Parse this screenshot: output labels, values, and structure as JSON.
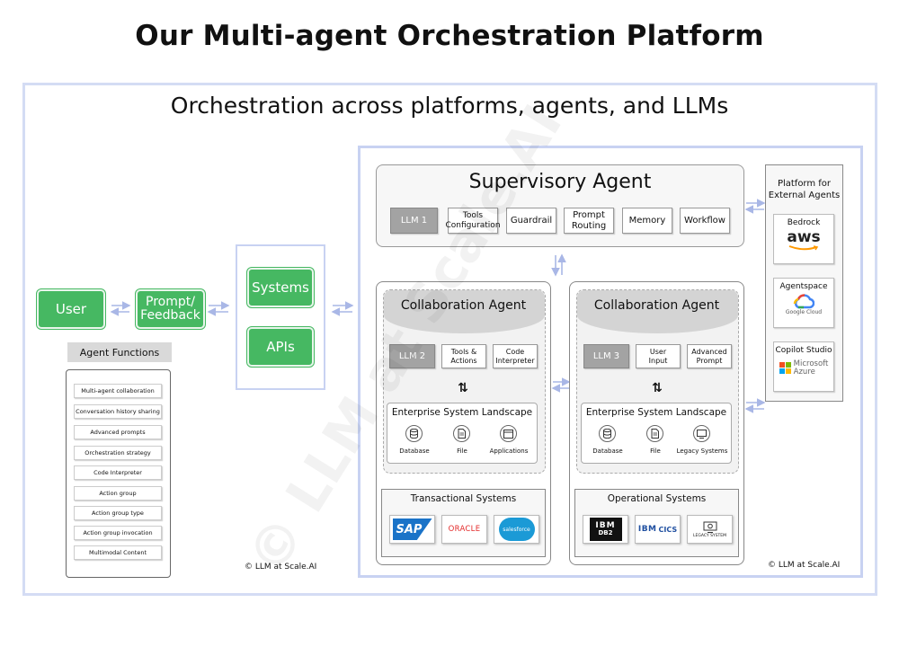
{
  "title": "Our Multi-agent Orchestration Platform",
  "subtitle": "Orchestration across platforms, agents, and LLMs",
  "left": {
    "user": "User",
    "prompt_line1": "Prompt/",
    "prompt_line2": "Feedback",
    "systems": "Systems",
    "apis": "APIs",
    "agent_functions_title": "Agent Functions",
    "agent_functions": [
      "Multi-agent collaboration",
      "Conversation history sharing",
      "Advanced prompts",
      "Orchestration strategy",
      "Code Interpreter",
      "Action group",
      "Action group type",
      "Action group invocation",
      "Multimodal Content"
    ],
    "copyright": "© LLM at Scale.AI"
  },
  "supervisory": {
    "title": "Supervisory Agent",
    "chips": [
      {
        "l1": "LLM 1",
        "l2": ""
      },
      {
        "l1": "Tools",
        "l2": "Configuration"
      },
      {
        "l1": "Guardrail",
        "l2": ""
      },
      {
        "l1": "Prompt",
        "l2": "Routing"
      },
      {
        "l1": "Memory",
        "l2": ""
      },
      {
        "l1": "Workflow",
        "l2": ""
      }
    ]
  },
  "collab_left": {
    "title": "Collaboration Agent",
    "chips": [
      {
        "l1": "LLM 2",
        "l2": ""
      },
      {
        "l1": "Tools &",
        "l2": "Actions"
      },
      {
        "l1": "Code",
        "l2": "Interpreter"
      }
    ],
    "landscape_title": "Enterprise System Landscape",
    "icons": [
      "Database",
      "File",
      "Applications"
    ],
    "systems_title": "Transactional Systems",
    "logos": [
      "SAP",
      "ORACLE",
      "salesforce"
    ]
  },
  "collab_right": {
    "title": "Collaboration Agent",
    "chips": [
      {
        "l1": "LLM 3",
        "l2": ""
      },
      {
        "l1": "User",
        "l2": "Input"
      },
      {
        "l1": "Advanced",
        "l2": "Prompt"
      }
    ],
    "landscape_title": "Enterprise System Landscape",
    "icons": [
      "Database",
      "File",
      "Legacy Systems"
    ],
    "systems_title": "Operational Systems",
    "logos": [
      "IBM",
      "DB2",
      "IBM",
      "CICS",
      "LEGACY SYSTEM"
    ]
  },
  "external": {
    "title_line1": "Platform for",
    "title_line2": "External Agents",
    "cards": [
      {
        "label": "Bedrock",
        "logo1": "aws",
        "logo2": ""
      },
      {
        "label": "Agentspace",
        "logo1": "Google Cloud",
        "logo2": ""
      },
      {
        "label": "Copilot Studio",
        "logo1": "Microsoft",
        "logo2": "Azure"
      }
    ]
  },
  "watermark": "© LLM at Scale.AI",
  "copyright_right": "© LLM at Scale.AI",
  "colors": {
    "green": "#46b862",
    "frame_blue": "#c8d2f2",
    "arrow_blue": "#a9b7e6",
    "sap_blue": "#1a73c8",
    "oracle_red": "#e32b2b",
    "salesforce_blue": "#1b9ad6",
    "aws_orange": "#ff9900"
  }
}
